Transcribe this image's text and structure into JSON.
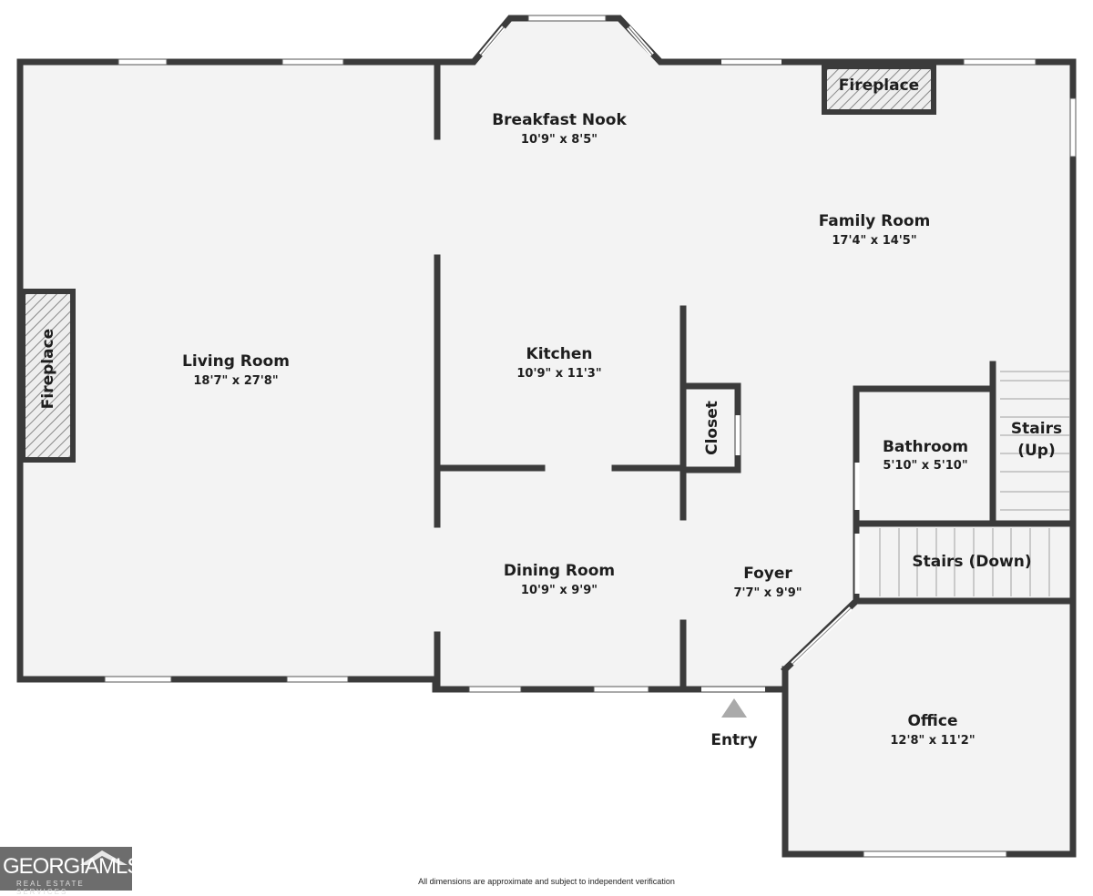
{
  "rooms": {
    "breakfast_nook": {
      "name": "Breakfast Nook",
      "dims": "10'9\" x 8'5\""
    },
    "family_room": {
      "name": "Family Room",
      "dims": "17'4\" x 14'5\""
    },
    "living_room": {
      "name": "Living Room",
      "dims": "18'7\" x 27'8\""
    },
    "kitchen": {
      "name": "Kitchen",
      "dims": "10'9\" x 11'3\""
    },
    "bathroom": {
      "name": "Bathroom",
      "dims": "5'10\" x 5'10\""
    },
    "dining_room": {
      "name": "Dining Room",
      "dims": "10'9\" x 9'9\""
    },
    "foyer": {
      "name": "Foyer",
      "dims": "7'7\" x 9'9\""
    },
    "office": {
      "name": "Office",
      "dims": "12'8\" x 11'2\""
    }
  },
  "features": {
    "fireplace_top": "Fireplace",
    "fireplace_left": "Fireplace",
    "closet": "Closet",
    "stairs_up_line1": "Stairs",
    "stairs_up_line2": "(Up)",
    "stairs_down": "Stairs (Down)",
    "entry": "Entry"
  },
  "logo": {
    "main": "GEORGIAMLS",
    "sub": "REAL ESTATE SERVICES"
  },
  "disclaimer": "All dimensions are approximate and subject to independent verification",
  "colors": {
    "wall": "#3b3b3b",
    "floor": "#f3f3f3",
    "entry_arrow": "#aaaaaa"
  }
}
